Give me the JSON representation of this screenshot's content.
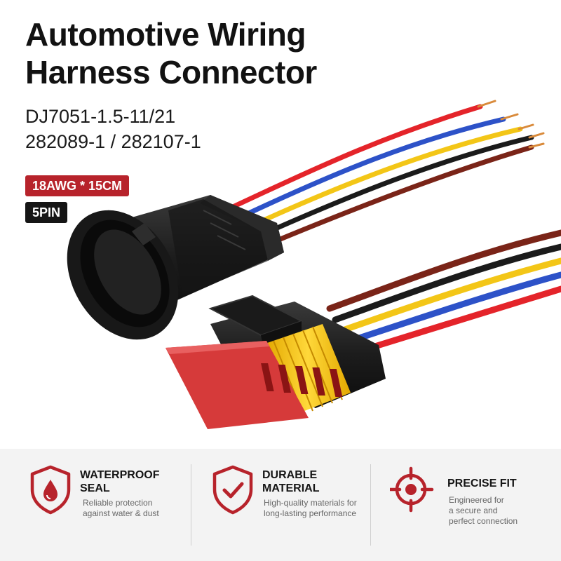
{
  "title": {
    "line1": "Automotive Wiring",
    "line2": "Harness Connector"
  },
  "model": {
    "line1": "DJ7051-1.5-11/21",
    "line2": "282089-1 / 282107-1"
  },
  "badges": {
    "spec": "18AWG * 15CM",
    "pins": "5PIN"
  },
  "colors": {
    "accent": "#b7232b",
    "dark": "#151515",
    "wire_red": "#e4242a",
    "wire_blue": "#2d52c8",
    "wire_yellow": "#f3c617",
    "wire_black": "#1b1b1b",
    "wire_brown": "#7a2418",
    "connector_body": "#1c1c1c",
    "seal_yellow": "#f6c914",
    "housing_red": "#d63a3a"
  },
  "features": [
    {
      "icon": "water-drop-shield-icon",
      "title_line1": "WATERPROOF",
      "title_line2": "SEAL",
      "desc_line1": "Reliable protection",
      "desc_line2": "against water & dust",
      "desc_line3": ""
    },
    {
      "icon": "checkmark-shield-icon",
      "title_line1": "DURABLE",
      "title_line2": "MATERIAL",
      "desc_line1": "High-quality materials for",
      "desc_line2": "long-lasting performance",
      "desc_line3": ""
    },
    {
      "icon": "crosshair-target-icon",
      "title_line1": "PRECISE FIT",
      "title_line2": "",
      "desc_line1": "Engineered for",
      "desc_line2": "a secure and",
      "desc_line3": "perfect connection"
    }
  ]
}
